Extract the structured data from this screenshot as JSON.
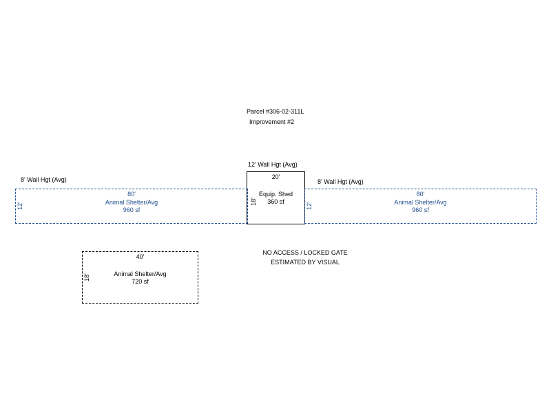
{
  "header": {
    "parcel": "Parcel #306-02-311L",
    "improvement": "Improvement #2"
  },
  "colors": {
    "blue_outline": "#1f4e8c",
    "black_outline": "#000000"
  },
  "structures": {
    "left_shelter": {
      "wall_height": "8' Wall Hgt (Avg)",
      "width": "80'",
      "depth": "12'",
      "name": "Animal Shelter/Avg",
      "area": "960 sf"
    },
    "shed": {
      "wall_height": "12' Wall Hgt (Avg)",
      "width": "20'",
      "depth": "18'",
      "name": "Equip. Shed",
      "area": "360 sf"
    },
    "right_shelter": {
      "wall_height": "8' Wall Hgt (Avg)",
      "width": "80'",
      "depth": "12'",
      "name": "Animal Shelter/Avg",
      "area": "960 sf"
    },
    "lower_shelter": {
      "width": "40'",
      "depth": "18'",
      "name": "Animal Shelter/Avg",
      "area": "720 sf"
    }
  },
  "notes": {
    "line1": "NO ACCESS / LOCKED GATE",
    "line2": "ESTIMATED BY VISUAL"
  }
}
